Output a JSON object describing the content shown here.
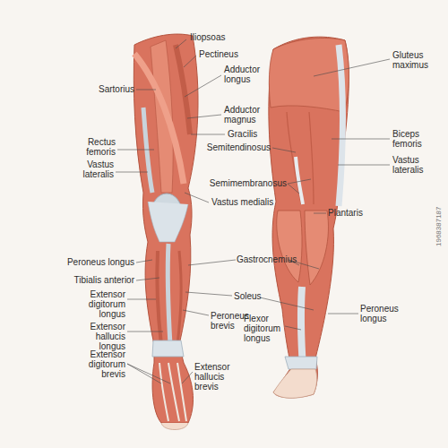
{
  "diagram": {
    "labels": [
      "Iliopsoas",
      "Pectineus",
      "Sartorius",
      "Adductor longus",
      "Adductor magnus",
      "Gracilis",
      "Rectus femoris",
      "Vastus lateralis",
      "Vastus medialis",
      "Peroneus longus",
      "Tibialis anterior",
      "Extensor digitorum longus",
      "Extensor hallucis longus",
      "Extensor digitorum brevis",
      "Extensor hallucis brevis",
      "Gastrocnemius",
      "Soleus",
      "Peroneus brevis",
      "Flexor digitorum longus",
      "Gluteus maximus",
      "Biceps femoris",
      "Vastus lateralis",
      "Semitendinosus",
      "Semimembranosus",
      "Plantaris",
      "Peroneus longus",
      "1968387187"
    ]
  }
}
